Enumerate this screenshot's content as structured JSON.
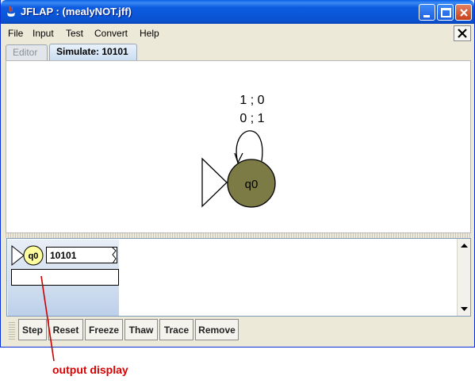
{
  "window": {
    "title": "JFLAP : (mealyNOT.jff)"
  },
  "menu": {
    "items": [
      "File",
      "Input",
      "Test",
      "Convert",
      "Help"
    ]
  },
  "tabs": [
    {
      "label": "Editor",
      "active": false
    },
    {
      "label": "Simulate: 10101",
      "active": true
    }
  ],
  "automaton": {
    "state_label": "q0",
    "state_color": "#7c7a45",
    "initial": true,
    "self_loop_labels": [
      "1 ; 0",
      "0 ; 1"
    ]
  },
  "simulation": {
    "config_state": "q0",
    "config_state_color": "#fefe9e",
    "input_tape": "10101",
    "output": ""
  },
  "toolbar": {
    "buttons": [
      "Step",
      "Reset",
      "Freeze",
      "Thaw",
      "Trace",
      "Remove"
    ]
  },
  "annotation": {
    "text": "output display",
    "color": "#dd0000"
  }
}
